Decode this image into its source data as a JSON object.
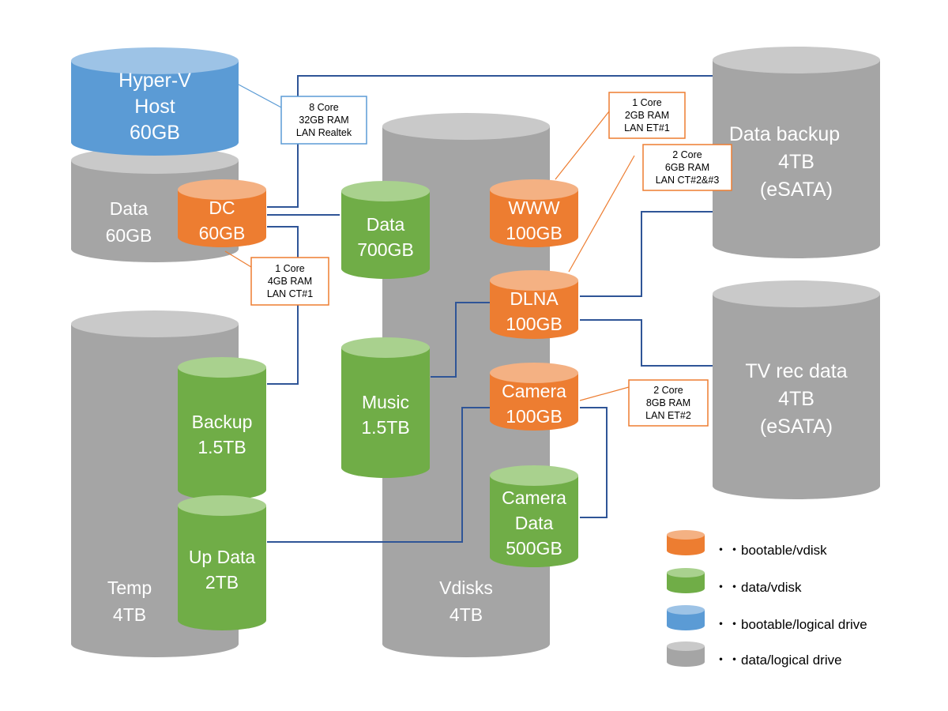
{
  "colors": {
    "bootable_vdisk": "#ED7D31",
    "data_vdisk": "#70AD47",
    "bootable_logical": "#5B9BD5",
    "data_logical": "#A5A5A5",
    "link": "#2F5597",
    "callout_orange": "#ED7D31",
    "callout_blue": "#5B9BD5"
  },
  "drives": {
    "hyperv": {
      "line1": "Hyper-V",
      "line2": "Host",
      "line3": "60GB"
    },
    "host_data": {
      "line1": "Data",
      "line2": "60GB"
    },
    "temp": {
      "line1": "Temp",
      "line2": "4TB"
    },
    "vdisks": {
      "line1": "Vdisks",
      "line2": "4TB"
    },
    "data_backup": {
      "line1": "Data backup",
      "line2": "4TB",
      "line3": "(eSATA)"
    },
    "tv_rec": {
      "line1": "TV rec data",
      "line2": "4TB",
      "line3": "(eSATA)"
    }
  },
  "vdisks": {
    "dc": {
      "line1": "DC",
      "line2": "60GB"
    },
    "www": {
      "line1": "WWW",
      "line2": "100GB"
    },
    "dlna": {
      "line1": "DLNA",
      "line2": "100GB"
    },
    "camera": {
      "line1": "Camera",
      "line2": "100GB"
    },
    "data700": {
      "line1": "Data",
      "line2": "700GB"
    },
    "music": {
      "line1": "Music",
      "line2": "1.5TB"
    },
    "backup": {
      "line1": "Backup",
      "line2": "1.5TB"
    },
    "updata": {
      "line1": "Up Data",
      "line2": "2TB"
    },
    "camera_data": {
      "line1": "Camera",
      "line2": "Data",
      "line3": "500GB"
    }
  },
  "specs": {
    "host": {
      "line1": "8 Core",
      "line2": "32GB RAM",
      "line3": "LAN Realtek"
    },
    "dc": {
      "line1": "1 Core",
      "line2": "4GB RAM",
      "line3": "LAN CT#1"
    },
    "www": {
      "line1": "1 Core",
      "line2": "2GB RAM",
      "line3": "LAN ET#1"
    },
    "dlna": {
      "line1": "2 Core",
      "line2": "6GB RAM",
      "line3": "LAN CT#2&#3"
    },
    "camera": {
      "line1": "2 Core",
      "line2": "8GB RAM",
      "line3": "LAN ET#2"
    }
  },
  "legend": {
    "bootable_vdisk": "・・bootable/vdisk",
    "data_vdisk": "・・data/vdisk",
    "bootable_logical": "・・bootable/logical drive",
    "data_logical": "・・data/logical drive"
  }
}
